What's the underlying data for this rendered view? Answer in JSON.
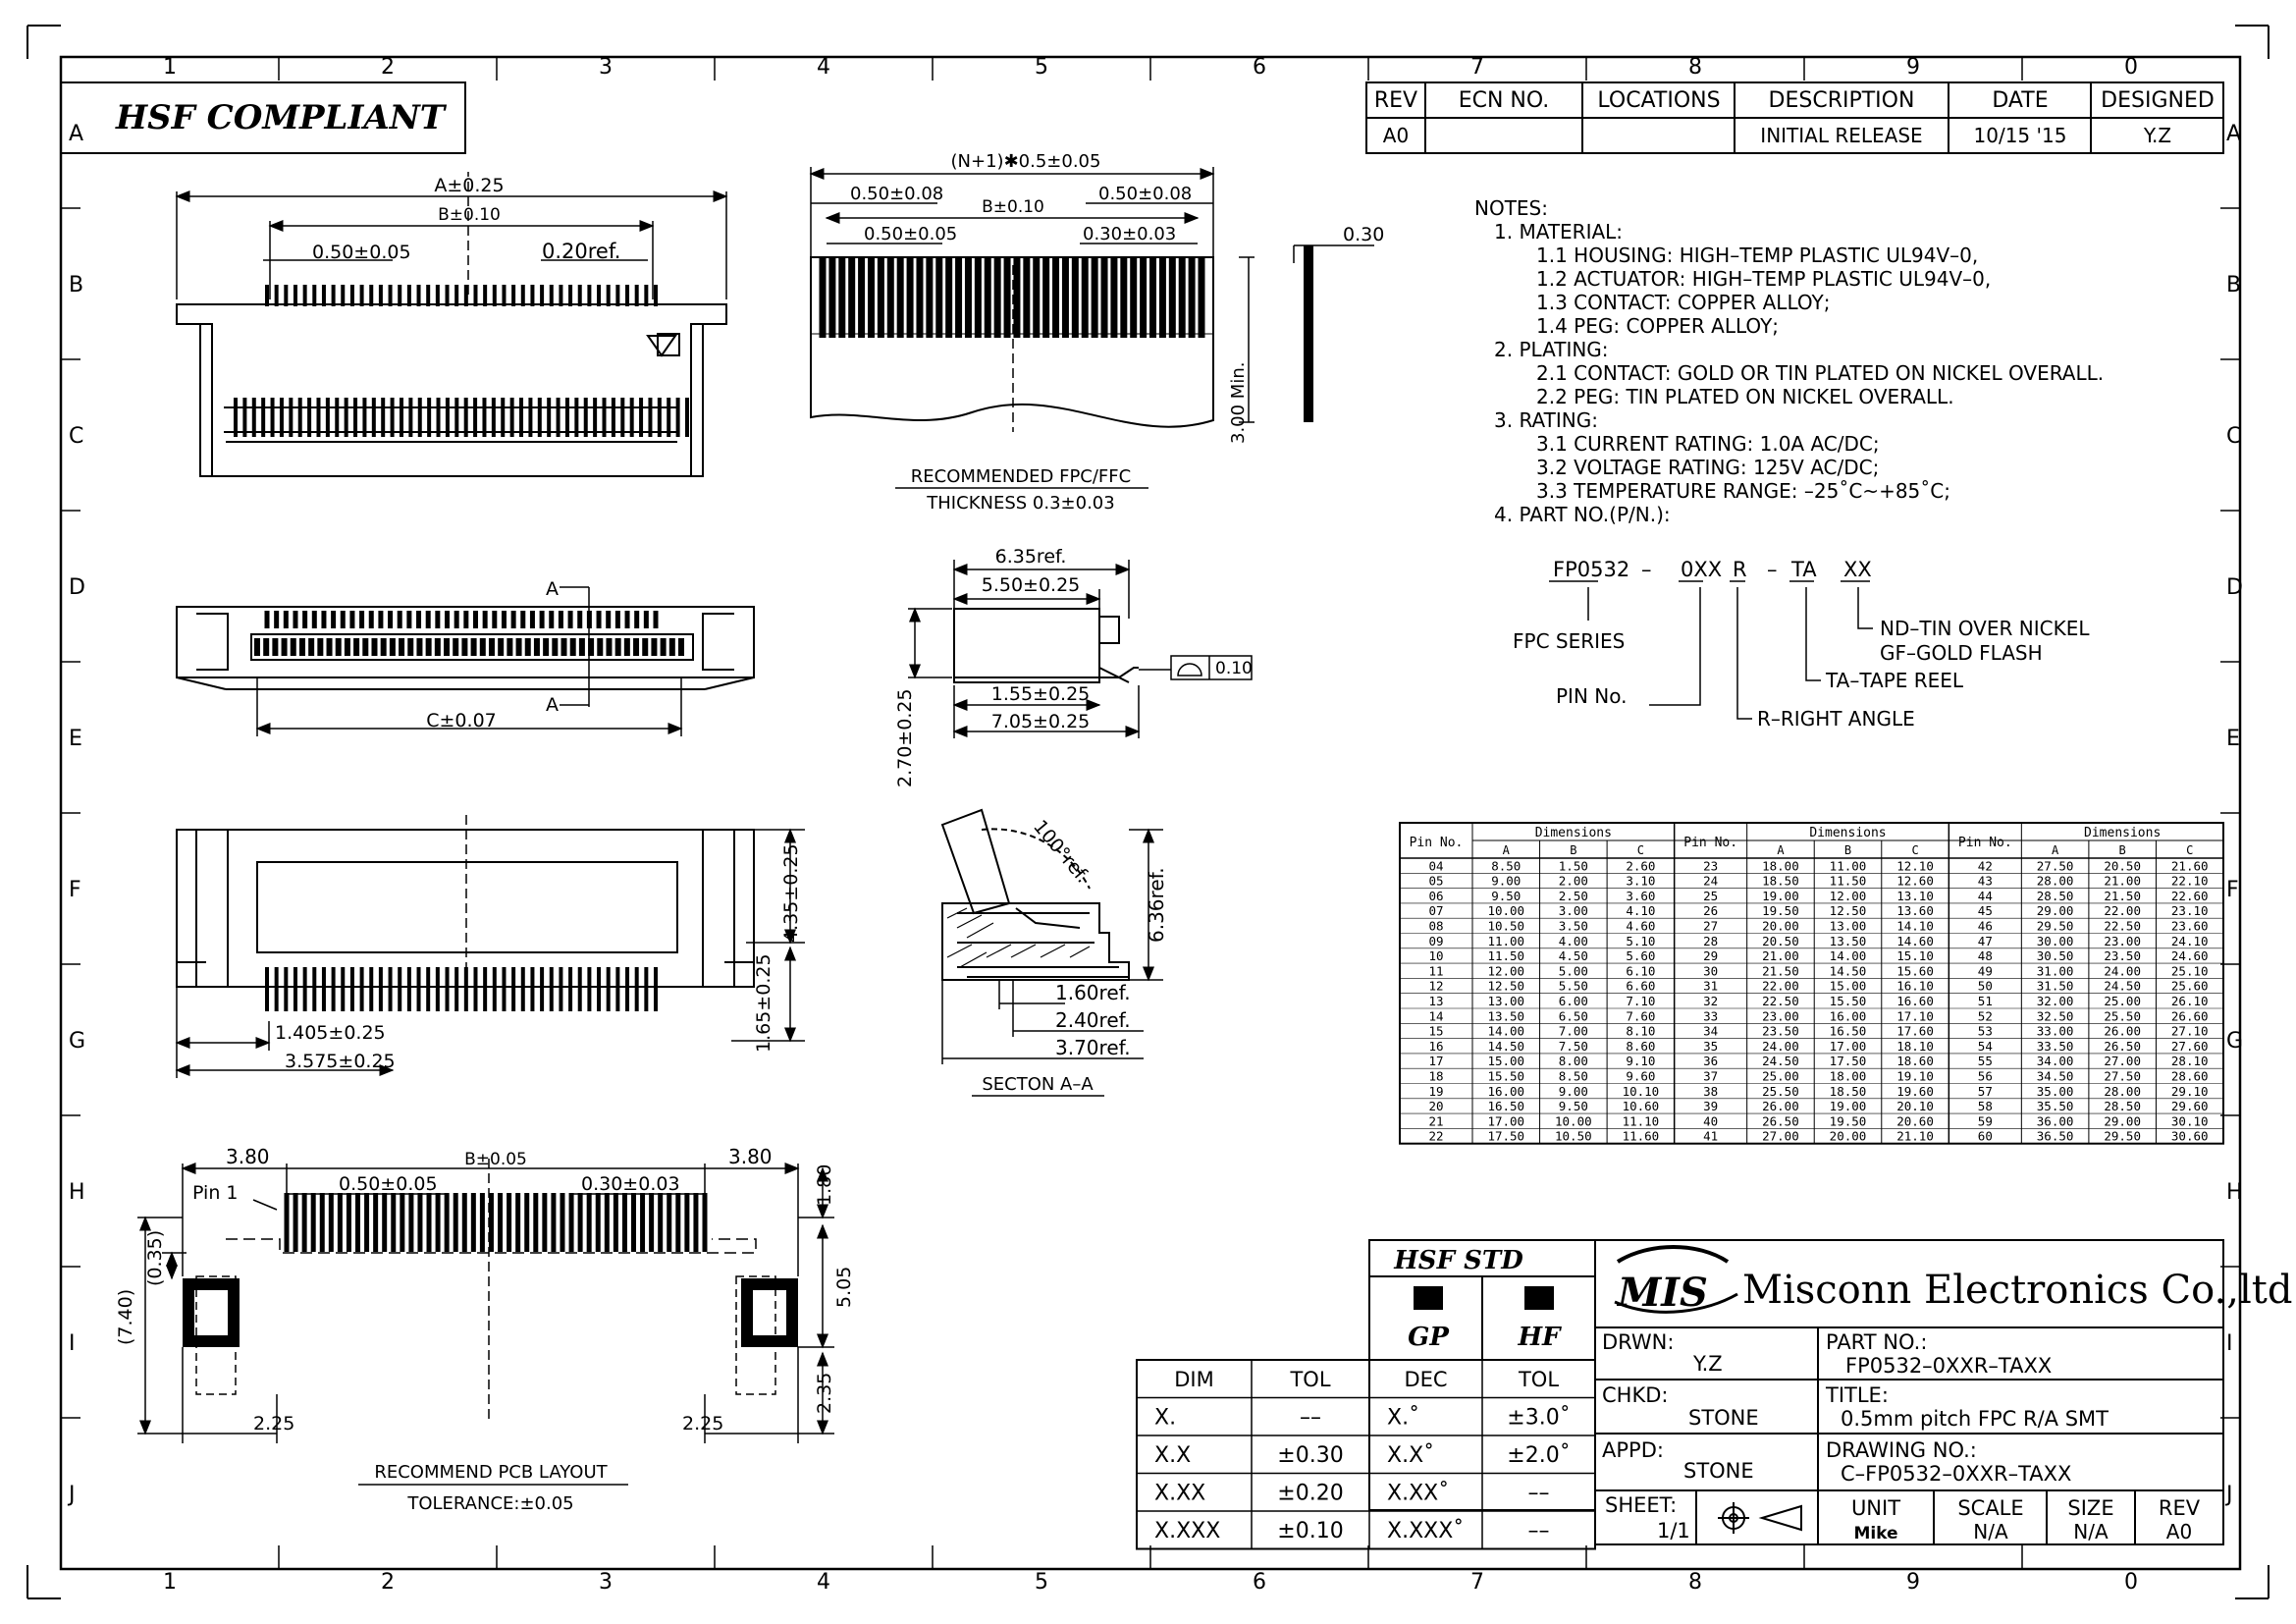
{
  "frame": {
    "columns": [
      "1",
      "2",
      "3",
      "4",
      "5",
      "6",
      "7",
      "8",
      "9",
      "0"
    ],
    "rows": [
      "A",
      "B",
      "C",
      "D",
      "E",
      "F",
      "G",
      "H",
      "I",
      "J"
    ]
  },
  "compliance": "HSF  COMPLIANT",
  "revision_block": {
    "headers": [
      "REV",
      "ECN NO.",
      "LOCATIONS",
      "DESCRIPTION",
      "DATE",
      "DESIGNED"
    ],
    "row": [
      "A0",
      "",
      "",
      "INITIAL  RELEASE",
      "10/15 '15",
      "Y.Z"
    ]
  },
  "notes": [
    "NOTES:",
    "1.  MATERIAL:",
    "1.1  HOUSING:  HIGH–TEMP  PLASTIC  UL94V–0,",
    "1.2  ACTUATOR:  HIGH–TEMP  PLASTIC  UL94V–0,",
    "1.3  CONTACT:  COPPER  ALLOY;",
    "1.4  PEG:  COPPER  ALLOY;",
    "2.  PLATING:",
    "2.1  CONTACT:  GOLD  OR  TIN  PLATED  ON  NICKEL  OVERALL.",
    "2.2  PEG:  TIN  PLATED  ON  NICKEL  OVERALL.",
    "3.  RATING:",
    "3.1  CURRENT  RATING:  1.0A  AC/DC;",
    "3.2  VOLTAGE  RATING:  125V  AC/DC;",
    "3.3  TEMPERATURE  RANGE:  –25˚C~+85˚C;",
    "4.  PART  NO.(P/N.):"
  ],
  "part_number_legend": {
    "code": [
      "FP0532",
      "–",
      "0XX",
      "R",
      "–",
      "TA",
      "XX"
    ],
    "fpc_series": "FPC  SERIES",
    "pin_no": "PIN  No.",
    "plating_1": "ND–TIN  OVER  NICKEL",
    "plating_2": "GF–GOLD  FLASH",
    "tape": "TA–TAPE  REEL",
    "angle": "R–RIGHT  ANGLE"
  },
  "views": {
    "top": {
      "a": "A±0.25",
      "b": "B±0.10",
      "pitch": "0.50±0.05",
      "ref": "0.20ref."
    },
    "fpc": {
      "overall": "(N+1)✱0.5±0.05",
      "left": "0.50±0.08",
      "right": "0.50±0.08",
      "b": "B±0.10",
      "pitch": "0.50±0.05",
      "width": "0.30±0.03",
      "min": "3.00 Min.",
      "thk": "0.30",
      "title": "RECOMMENDED  FPC/FFC",
      "thickness": "THICKNESS  0.3±0.03"
    },
    "front": {
      "c": "C±0.07",
      "a_mark": "A"
    },
    "side": {
      "d1": "6.35ref.",
      "d2": "5.50±0.25",
      "d3": "1.55±0.25",
      "d4": "7.05±0.25",
      "d5": "2.70±0.25",
      "flat": "0.10"
    },
    "bottom": {
      "d1": "4.35±0.25",
      "d2": "1.65±0.25",
      "d3": "1.405±0.25",
      "d4": "3.575±0.25"
    },
    "section": {
      "angle": "100°ref.",
      "h": "6.36ref.",
      "d1": "1.60ref.",
      "d2": "2.40ref.",
      "d3": "3.70ref.",
      "title": "SECTON  A–A"
    },
    "pcb": {
      "l": "3.80",
      "b": "B±0.05",
      "r": "3.80",
      "pin1": "Pin  1",
      "pitch": "0.50±0.05",
      "w": "0.30±0.03",
      "d180": "1.80",
      "d035": "(0.35)",
      "d740": "(7.40)",
      "d505": "5.05",
      "d235": "2.35",
      "l225": "2.25",
      "r225": "2.25",
      "title": "RECOMMEND  PCB  LAYOUT",
      "tol": "TOLERANCE:±0.05"
    }
  },
  "dim_table": {
    "group_header": "Dimensions",
    "pin_header": "Pin No.",
    "cols": [
      "A",
      "B",
      "C"
    ],
    "rows": [
      [
        "04",
        "8.50",
        "1.50",
        "2.60",
        "23",
        "18.00",
        "11.00",
        "12.10",
        "42",
        "27.50",
        "20.50",
        "21.60"
      ],
      [
        "05",
        "9.00",
        "2.00",
        "3.10",
        "24",
        "18.50",
        "11.50",
        "12.60",
        "43",
        "28.00",
        "21.00",
        "22.10"
      ],
      [
        "06",
        "9.50",
        "2.50",
        "3.60",
        "25",
        "19.00",
        "12.00",
        "13.10",
        "44",
        "28.50",
        "21.50",
        "22.60"
      ],
      [
        "07",
        "10.00",
        "3.00",
        "4.10",
        "26",
        "19.50",
        "12.50",
        "13.60",
        "45",
        "29.00",
        "22.00",
        "23.10"
      ],
      [
        "08",
        "10.50",
        "3.50",
        "4.60",
        "27",
        "20.00",
        "13.00",
        "14.10",
        "46",
        "29.50",
        "22.50",
        "23.60"
      ],
      [
        "09",
        "11.00",
        "4.00",
        "5.10",
        "28",
        "20.50",
        "13.50",
        "14.60",
        "47",
        "30.00",
        "23.00",
        "24.10"
      ],
      [
        "10",
        "11.50",
        "4.50",
        "5.60",
        "29",
        "21.00",
        "14.00",
        "15.10",
        "48",
        "30.50",
        "23.50",
        "24.60"
      ],
      [
        "11",
        "12.00",
        "5.00",
        "6.10",
        "30",
        "21.50",
        "14.50",
        "15.60",
        "49",
        "31.00",
        "24.00",
        "25.10"
      ],
      [
        "12",
        "12.50",
        "5.50",
        "6.60",
        "31",
        "22.00",
        "15.00",
        "16.10",
        "50",
        "31.50",
        "24.50",
        "25.60"
      ],
      [
        "13",
        "13.00",
        "6.00",
        "7.10",
        "32",
        "22.50",
        "15.50",
        "16.60",
        "51",
        "32.00",
        "25.00",
        "26.10"
      ],
      [
        "14",
        "13.50",
        "6.50",
        "7.60",
        "33",
        "23.00",
        "16.00",
        "17.10",
        "52",
        "32.50",
        "25.50",
        "26.60"
      ],
      [
        "15",
        "14.00",
        "7.00",
        "8.10",
        "34",
        "23.50",
        "16.50",
        "17.60",
        "53",
        "33.00",
        "26.00",
        "27.10"
      ],
      [
        "16",
        "14.50",
        "7.50",
        "8.60",
        "35",
        "24.00",
        "17.00",
        "18.10",
        "54",
        "33.50",
        "26.50",
        "27.60"
      ],
      [
        "17",
        "15.00",
        "8.00",
        "9.10",
        "36",
        "24.50",
        "17.50",
        "18.60",
        "55",
        "34.00",
        "27.00",
        "28.10"
      ],
      [
        "18",
        "15.50",
        "8.50",
        "9.60",
        "37",
        "25.00",
        "18.00",
        "19.10",
        "56",
        "34.50",
        "27.50",
        "28.60"
      ],
      [
        "19",
        "16.00",
        "9.00",
        "10.10",
        "38",
        "25.50",
        "18.50",
        "19.60",
        "57",
        "35.00",
        "28.00",
        "29.10"
      ],
      [
        "20",
        "16.50",
        "9.50",
        "10.60",
        "39",
        "26.00",
        "19.00",
        "20.10",
        "58",
        "35.50",
        "28.50",
        "29.60"
      ],
      [
        "21",
        "17.00",
        "10.00",
        "11.10",
        "40",
        "26.50",
        "19.50",
        "20.60",
        "59",
        "36.00",
        "29.00",
        "30.10"
      ],
      [
        "22",
        "17.50",
        "10.50",
        "11.60",
        "41",
        "27.00",
        "20.00",
        "21.10",
        "60",
        "36.50",
        "29.50",
        "30.60"
      ]
    ]
  },
  "tolerance_table": {
    "headers": [
      "DIM",
      "TOL",
      "DEC",
      "TOL"
    ],
    "rows": [
      [
        "X.",
        "––",
        "X.˚",
        "±3.0˚"
      ],
      [
        "X.X",
        "±0.30",
        "X.X˚",
        "±2.0˚"
      ],
      [
        "X.XX",
        "±0.20",
        "X.XX˚",
        "––"
      ],
      [
        "X.XXX",
        "±0.10",
        "X.XXX˚",
        "––"
      ]
    ]
  },
  "hsf": {
    "title": "HSF  STD",
    "gp": "GP",
    "hf": "HF"
  },
  "title_block": {
    "logo": "MIS",
    "company": "Misconn Electronics Co.,ltd.",
    "drwn_label": "DRWN:",
    "drwn": "Y.Z",
    "partno_label": "PART  NO.:",
    "partno": "FP0532–0XXR–TAXX",
    "chkd_label": "CHKD:",
    "chkd": "STONE",
    "title_label": "TITLE:",
    "title": "0.5mm  pitch  FPC  R/A  SMT",
    "appd_label": "APPD:",
    "appd": "STONE",
    "drawing_label": "DRAWING  NO.:",
    "drawing": "C–FP0532–0XXR–TAXX",
    "sheet_label": "SHEET:",
    "sheet": "1/1",
    "unit_label": "UNIT",
    "unit": "Mike",
    "scale_label": "SCALE",
    "scale": "N/A",
    "size_label": "SIZE",
    "size": "N/A",
    "rev_label": "REV",
    "rev": "A0"
  }
}
